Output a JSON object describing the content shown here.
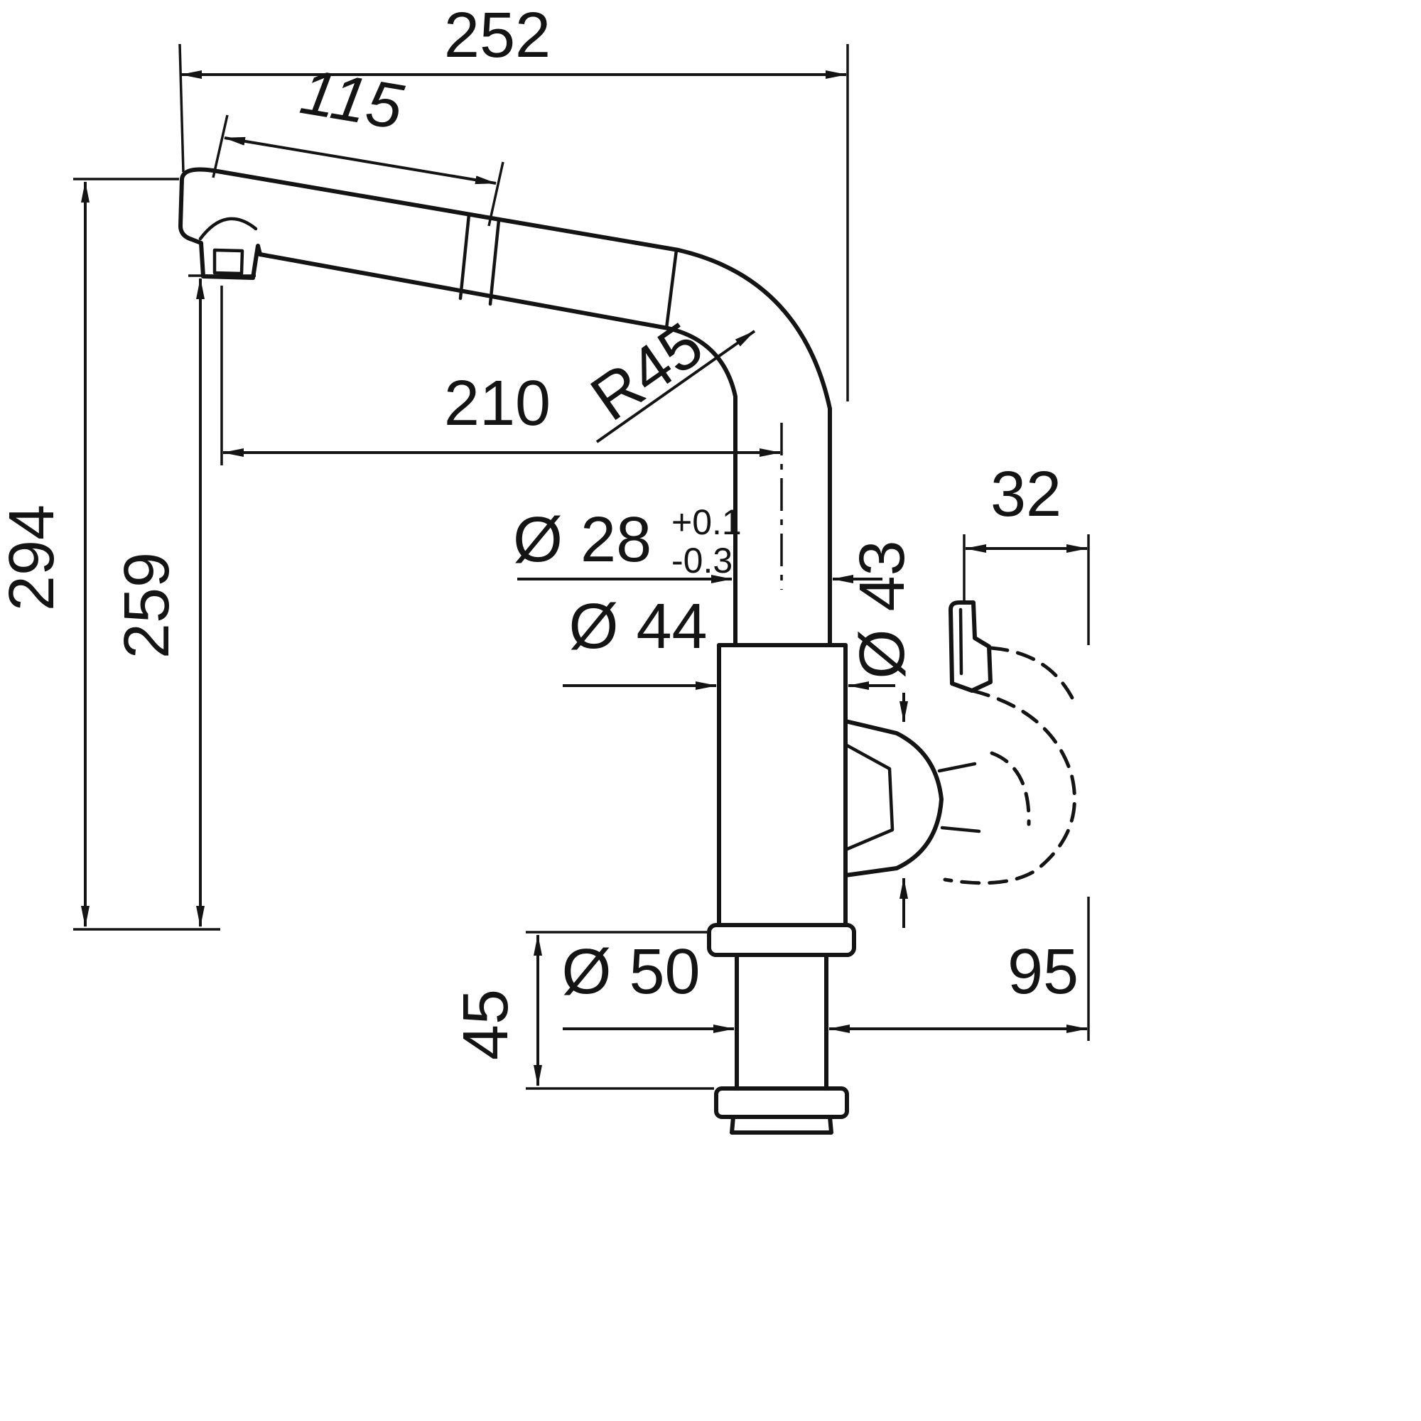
{
  "drawing": {
    "labels": {
      "width_total": "252",
      "spout_upper": "115",
      "height_total": "294",
      "height_spout": "259",
      "reach": "210",
      "bend_radius": "R45",
      "dia_pipe": "Ø 28",
      "dia_pipe_tol_plus": "+0.1",
      "dia_pipe_tol_minus": "-0.3",
      "handle_top_width": "32",
      "dia_handle": "Ø 43",
      "dia_body": "Ø 44",
      "base_height": "45",
      "dia_base": "Ø 50",
      "handle_reach": "95"
    }
  }
}
